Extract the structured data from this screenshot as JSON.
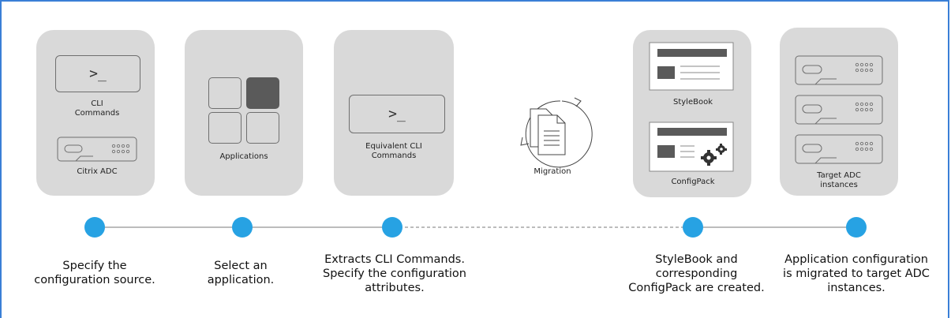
{
  "cards": {
    "source": {
      "cli_label": "CLI\nCommands",
      "adc_label": "Citrix ADC",
      "prompt": ">_"
    },
    "applications": {
      "label": "Applications"
    },
    "equivalent": {
      "label": "Equivalent CLI\nCommands",
      "prompt": ">_"
    },
    "migration": {
      "label": "Migration"
    },
    "stylebook": {
      "stylebook_label": "StyleBook",
      "configpack_label": "ConfigPack"
    },
    "target": {
      "label": "Target ADC\ninstances"
    }
  },
  "steps": [
    {
      "text": "Specify the\nconfiguration source."
    },
    {
      "text": "Select an\napplication."
    },
    {
      "text": "Extracts CLI Commands.\nSpecify the configuration\nattributes."
    },
    {
      "text": "StyleBook and\ncorresponding\nConfigPack are created."
    },
    {
      "text": "Application configuration\nis migrated to target ADC\ninstances."
    }
  ],
  "colors": {
    "accent": "#27a2e3",
    "frame": "#3a7fd6",
    "card": "#d9d9d9"
  }
}
